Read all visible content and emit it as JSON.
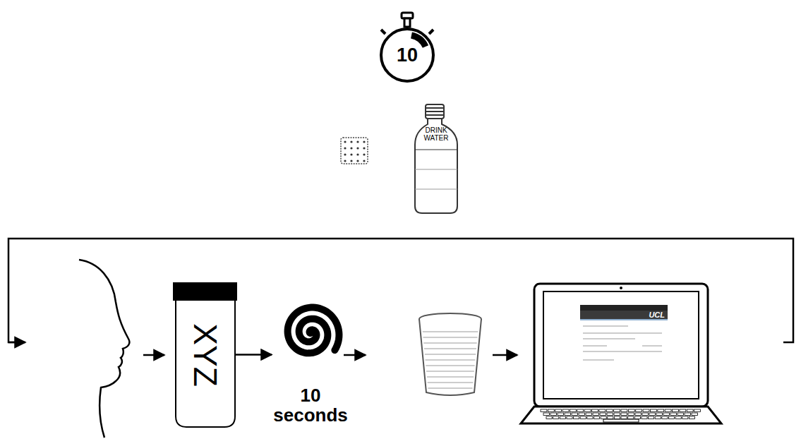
{
  "diagram": {
    "nodes": [
      {
        "text": [
          "10"
        ]
      },
      {
        "text": [
          "DRINK WATER"
        ]
      },
      {
        "text": [
          "XYZ"
        ]
      },
      {
        "text": [
          "10 seconds"
        ]
      },
      {
        "text": [
          "UCL"
        ]
      }
    ],
    "edges": [
      {
        "from": 2,
        "to": 3,
        "arrow": "to"
      }
    ]
  }
}
